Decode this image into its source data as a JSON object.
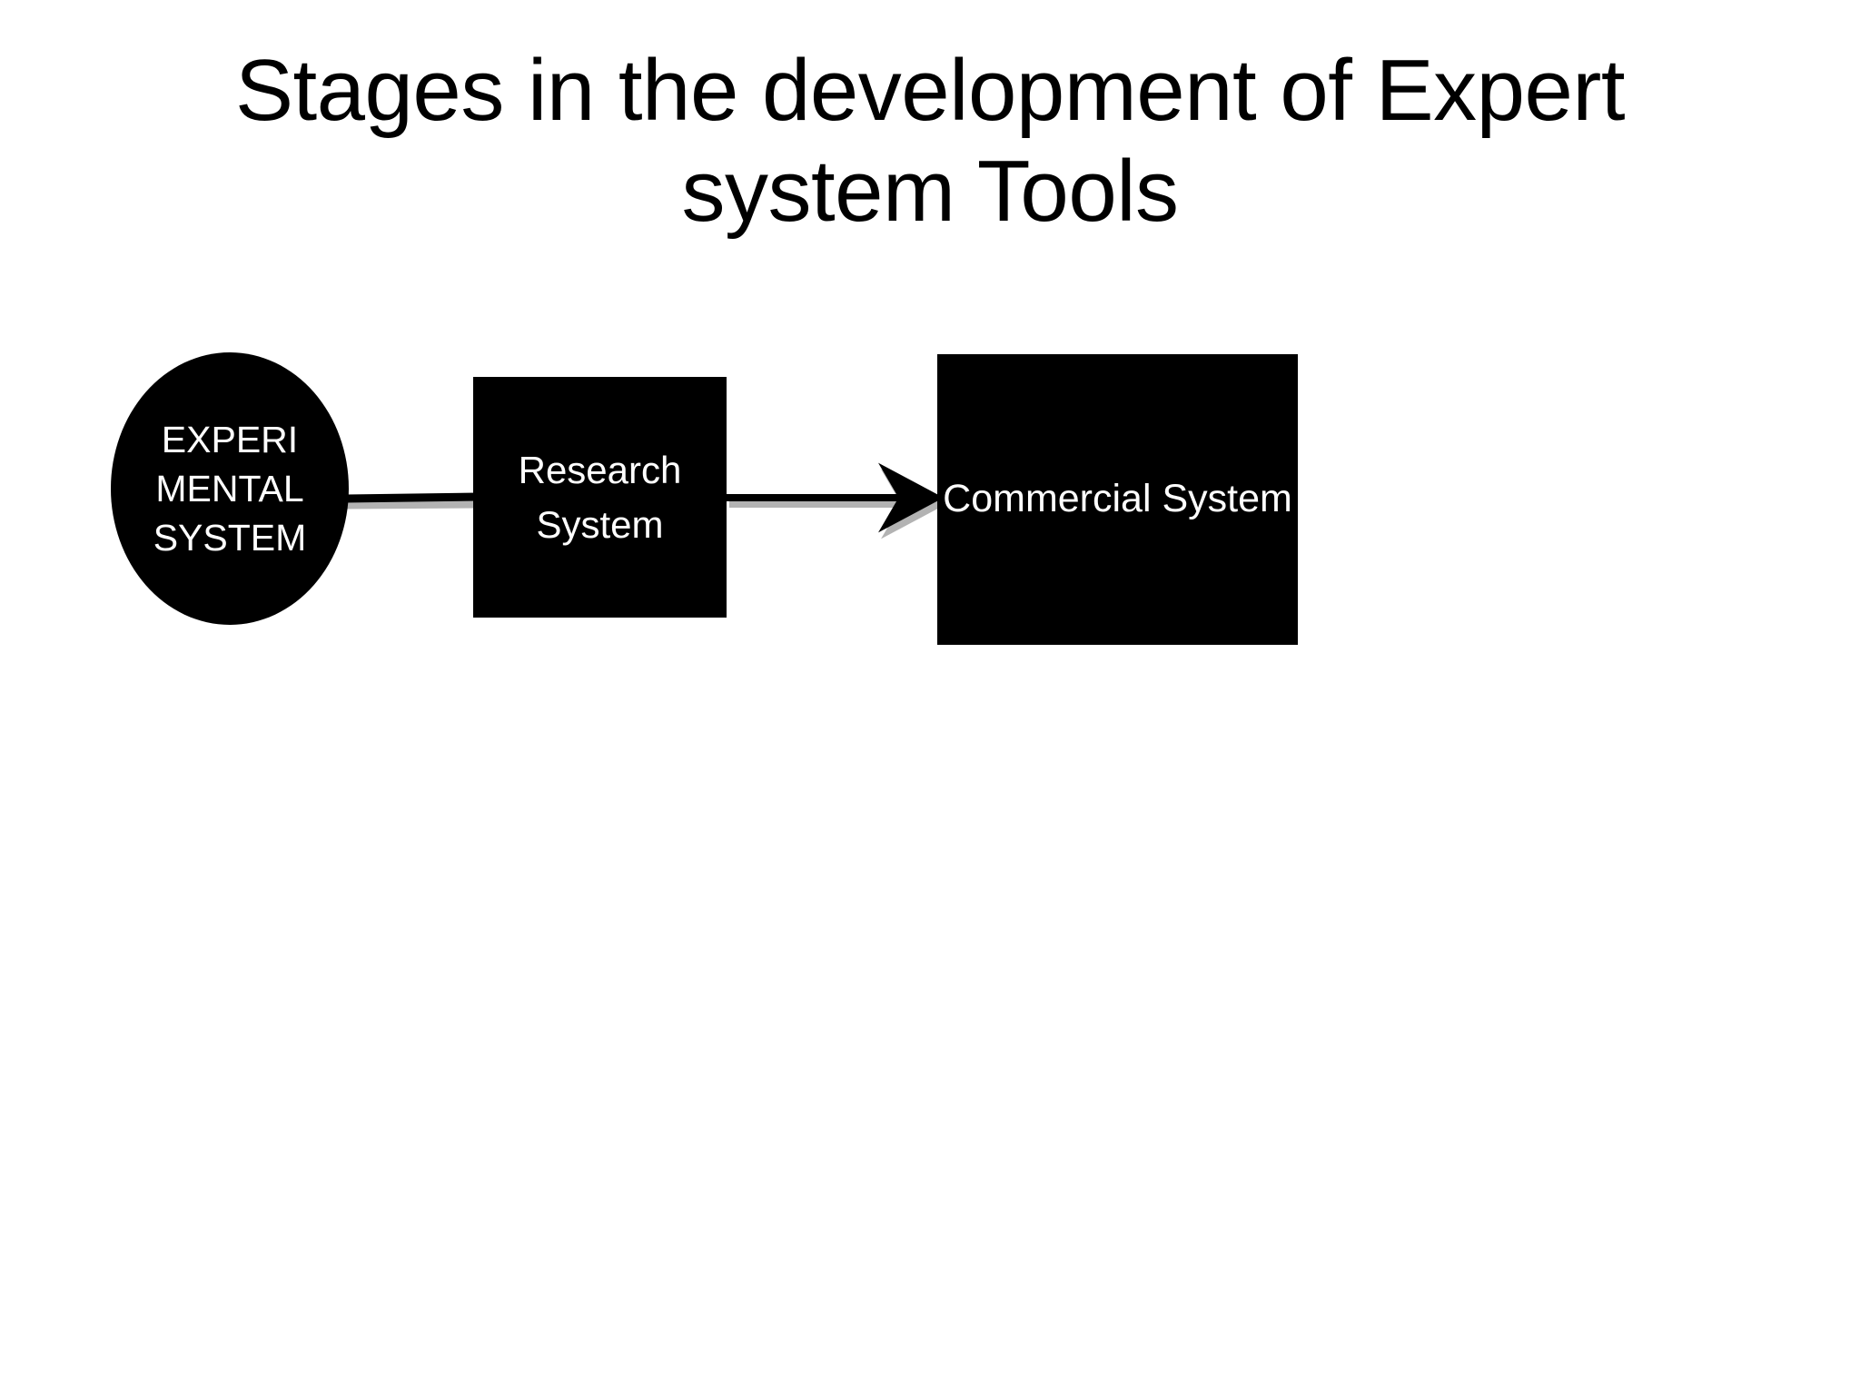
{
  "slide": {
    "background_color": "#ffffff",
    "title": {
      "full_text": "Stages in the development of Expert system Tools",
      "line1": "Stages in the development of Expert",
      "line2": "system Tools",
      "color": "#000000"
    }
  },
  "diagram": {
    "type": "flow",
    "shape_fill_color": "#000000",
    "shape_text_color": "#ffffff",
    "connector_color": "#000000",
    "connector_shadow_color": "#a6a6a6",
    "nodes": [
      {
        "id": "experimental-system",
        "shape": "ellipse",
        "label": "EXPERI MENTAL SYSTEM",
        "lines": [
          "EXPERI",
          "MENTAL",
          "SYSTEM"
        ]
      },
      {
        "id": "research-system",
        "shape": "rectangle",
        "label": "Research System",
        "lines": [
          "Research",
          "System"
        ]
      },
      {
        "id": "commercial-system",
        "shape": "rectangle",
        "label": "Commercial System",
        "lines": [
          "Commercial System"
        ]
      }
    ],
    "connectors": [
      {
        "id": "arrow-1",
        "from": "experimental-system",
        "to": "research-system",
        "style": "single-arrow"
      },
      {
        "id": "arrow-2",
        "from": "research-system",
        "to": "commercial-system",
        "style": "single-arrow"
      }
    ]
  }
}
